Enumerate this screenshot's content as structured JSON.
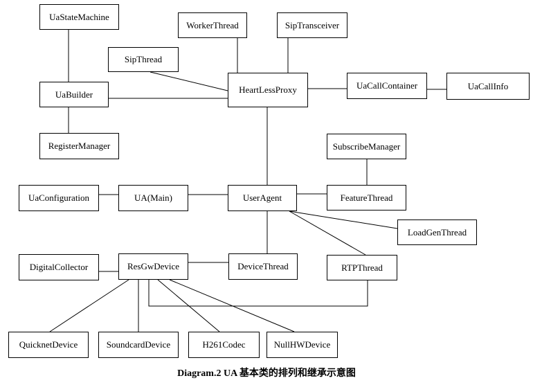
{
  "diagram": {
    "caption": "Diagram.2 UA 基本类的排列和继承示意图",
    "nodes": [
      {
        "id": "uastatemachine",
        "label": "UaStateMachine"
      },
      {
        "id": "workerthread",
        "label": "WorkerThread"
      },
      {
        "id": "siptransceiver",
        "label": "SipTransceiver"
      },
      {
        "id": "sipthread",
        "label": "SipThread"
      },
      {
        "id": "heartlessproxy",
        "label": "HeartLessProxy"
      },
      {
        "id": "uacallcontainer",
        "label": "UaCallContainer"
      },
      {
        "id": "uacallinfo",
        "label": "UaCallInfo"
      },
      {
        "id": "uabuilder",
        "label": "UaBuilder"
      },
      {
        "id": "registermanager",
        "label": "RegisterManager"
      },
      {
        "id": "subscribemanager",
        "label": "SubscribeManager"
      },
      {
        "id": "uaconfiguration",
        "label": "UaConfiguration"
      },
      {
        "id": "uamain",
        "label": "UA(Main)"
      },
      {
        "id": "useragent",
        "label": "UserAgent"
      },
      {
        "id": "featurethread",
        "label": "FeatureThread"
      },
      {
        "id": "loadgenthread",
        "label": "LoadGenThread"
      },
      {
        "id": "digitalcollector",
        "label": "DigitalCollector"
      },
      {
        "id": "resgwdevice",
        "label": "ResGwDevice"
      },
      {
        "id": "devicethread",
        "label": "DeviceThread"
      },
      {
        "id": "rtpthread",
        "label": "RTPThread"
      },
      {
        "id": "quicknetdevice",
        "label": "QuicknetDevice"
      },
      {
        "id": "soundcarddevice",
        "label": "SoundcardDevice"
      },
      {
        "id": "h261codec",
        "label": "H261Codec"
      },
      {
        "id": "nullhwdevice",
        "label": "NullHWDevice"
      }
    ],
    "edges": [
      {
        "from": "UaStateMachine",
        "to": "UaBuilder"
      },
      {
        "from": "UaBuilder",
        "to": "RegisterManager"
      },
      {
        "from": "WorkerThread",
        "to": "HeartLessProxy"
      },
      {
        "from": "SipTransceiver",
        "to": "HeartLessProxy"
      },
      {
        "from": "SipThread",
        "to": "HeartLessProxy"
      },
      {
        "from": "UaBuilder",
        "to": "HeartLessProxy"
      },
      {
        "from": "HeartLessProxy",
        "to": "UaCallContainer"
      },
      {
        "from": "UaCallContainer",
        "to": "UaCallInfo"
      },
      {
        "from": "HeartLessProxy",
        "to": "UserAgent"
      },
      {
        "from": "UaConfiguration",
        "to": "UA(Main)"
      },
      {
        "from": "UA(Main)",
        "to": "UserAgent"
      },
      {
        "from": "UserAgent",
        "to": "FeatureThread"
      },
      {
        "from": "SubscribeManager",
        "to": "FeatureThread"
      },
      {
        "from": "UserAgent",
        "to": "DeviceThread"
      },
      {
        "from": "UserAgent",
        "to": "LoadGenThread"
      },
      {
        "from": "UserAgent",
        "to": "RTPThread"
      },
      {
        "from": "DigitalCollector",
        "to": "ResGwDevice"
      },
      {
        "from": "ResGwDevice",
        "to": "DeviceThread"
      },
      {
        "from": "ResGwDevice",
        "to": "QuicknetDevice"
      },
      {
        "from": "ResGwDevice",
        "to": "SoundcardDevice"
      },
      {
        "from": "ResGwDevice",
        "to": "H261Codec"
      },
      {
        "from": "ResGwDevice",
        "to": "NullHWDevice"
      },
      {
        "from": "ResGwDevice",
        "to": "RTPThread"
      }
    ]
  }
}
